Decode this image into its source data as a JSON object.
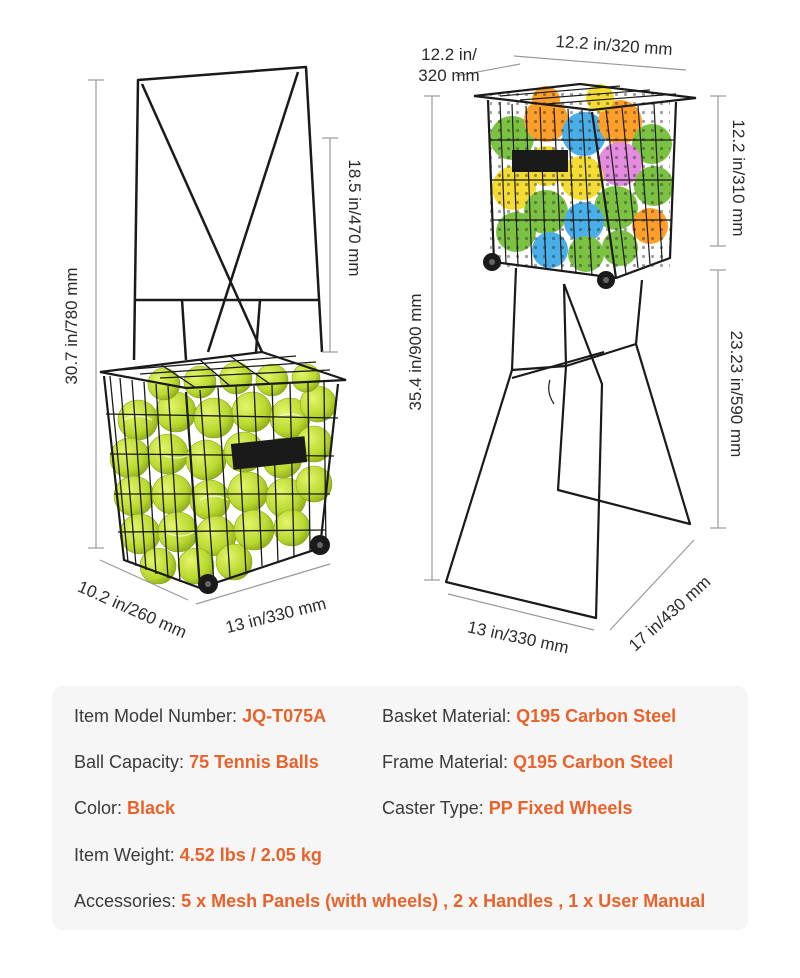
{
  "dimensions": {
    "left": {
      "total_height": "30.7 in/780 mm",
      "handle_height": "18.5 in/470 mm",
      "depth": "10.2 in/260 mm",
      "width": "13 in/330 mm"
    },
    "right": {
      "top_depth": "12.2 in/\n320 mm",
      "top_width": "12.2 in/320 mm",
      "basket_height": "12.2 in/310 mm",
      "total_height": "35.4 in/900 mm",
      "stand_height": "23.23 in/590 mm",
      "base_width": "13 in/330 mm",
      "base_depth": "17 in/430 mm"
    }
  },
  "specs": {
    "model": {
      "label": "Item Model Number:",
      "value": "JQ-T075A"
    },
    "basket_material": {
      "label": "Basket Material:",
      "value": "Q195 Carbon Steel"
    },
    "capacity": {
      "label": "Ball Capacity:",
      "value": "75 Tennis Balls"
    },
    "frame_material": {
      "label": "Frame Material:",
      "value": "Q195 Carbon Steel"
    },
    "color": {
      "label": "Color:",
      "value": "Black"
    },
    "caster": {
      "label": "Caster Type:",
      "value": "PP Fixed Wheels"
    },
    "weight": {
      "label": "Item Weight:",
      "value": "4.52 lbs / 2.05 kg"
    },
    "accessories": {
      "label": "Accessories:",
      "value": "5 x Mesh Panels (with wheels) , 2 x Handles , 1 x User Manual"
    }
  },
  "colors": {
    "accent": "#e8632b",
    "frame": "#1a1a1a",
    "tennis_ball": "#c6e03a",
    "dim_line": "#9a9a9a"
  }
}
